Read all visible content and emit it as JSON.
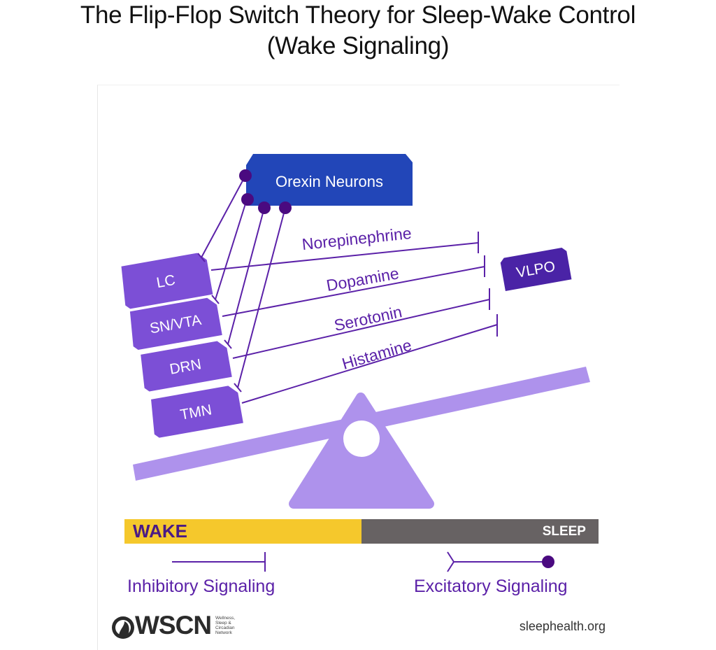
{
  "title": {
    "line1": "The Flip-Flop Switch Theory for Sleep-Wake Control",
    "line2": "(Wake Signaling)"
  },
  "nodes": {
    "orexin": "Orexin Neurons",
    "lc": "LC",
    "snvta": "SN/VTA",
    "drn": "DRN",
    "tmn": "TMN",
    "vlpo": "VLPO"
  },
  "neurotransmitters": {
    "norepinephrine": "Norepinephrine",
    "dopamine": "Dopamine",
    "serotonin": "Serotonin",
    "histamine": "Histamine"
  },
  "scale": {
    "wake": "WAKE",
    "sleep": "SLEEP"
  },
  "legend": {
    "inhibitory": "Inhibitory Signaling",
    "excitatory": "Excitatory Signaling"
  },
  "footer": {
    "logo": "WSCN",
    "logo_lines": [
      "Wellness,",
      "Sleep &",
      "Circadian",
      "Network"
    ],
    "site": "sleephealth.org"
  },
  "colors": {
    "orexin_fill": "#2246b8",
    "nucleus_fill": "#7c4fd6",
    "vlpo_fill": "#4a23a6",
    "signal_line": "#5b21a8",
    "dot": "#4a0a80",
    "seesaw": "#ae92ec",
    "wake_bar": "#f5c82c",
    "sleep_bar": "#676263"
  }
}
